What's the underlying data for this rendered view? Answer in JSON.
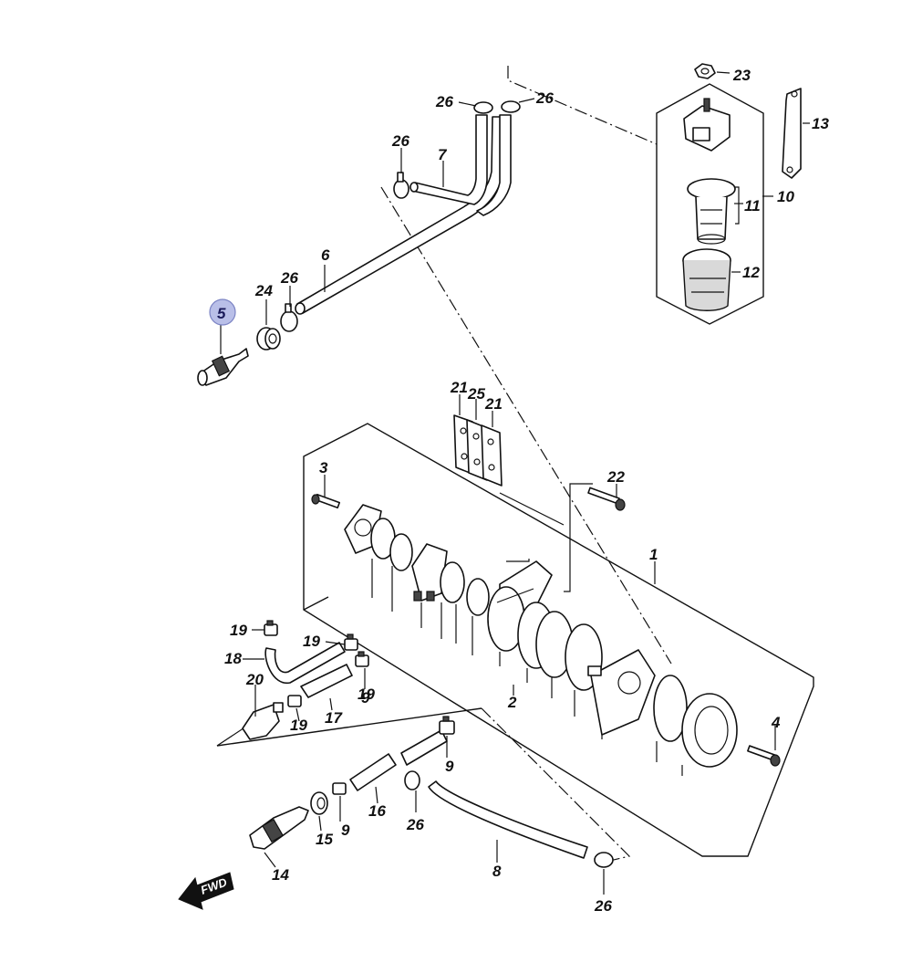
{
  "diagram": {
    "highlight_color": "#b9bfe8",
    "direction_badge": "FWD",
    "callouts": {
      "p1": "1",
      "p2": "2",
      "p3": "3",
      "p4": "4",
      "p5": "5",
      "p6": "6",
      "p7": "7",
      "p8": "8",
      "p9a": "9",
      "p9b": "9",
      "p9c": "9",
      "p10": "10",
      "p11": "11",
      "p12": "12",
      "p13": "13",
      "p14": "14",
      "p15": "15",
      "p16": "16",
      "p17": "17",
      "p18": "18",
      "p19a": "19",
      "p19b": "19",
      "p19c": "19",
      "p19d": "19",
      "p20": "20",
      "p21a": "21",
      "p21b": "21",
      "p22": "22",
      "p23": "23",
      "p24": "24",
      "p25": "25",
      "p26a": "26",
      "p26b": "26",
      "p26c": "26",
      "p26d": "26",
      "p26e": "26",
      "p26f": "26"
    }
  }
}
